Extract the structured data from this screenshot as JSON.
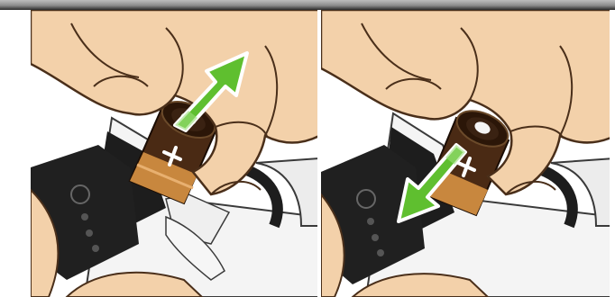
{
  "panels": [
    {
      "step": "remove",
      "arrow_direction": "up",
      "arrow_color": "#5fbf2f",
      "battery_marking": "+"
    },
    {
      "step": "insert",
      "arrow_direction": "down",
      "arrow_color": "#5fbf2f",
      "battery_marking": "+"
    }
  ],
  "colors": {
    "skin": "#f3d1aa",
    "skin_outline": "#4a2f1a",
    "battery_body": "#4a2a14",
    "battery_copper": "#c8873e",
    "device_body": "#f4f4f4",
    "device_dark": "#1d1d1d",
    "arrow": "#5fbf2f"
  }
}
